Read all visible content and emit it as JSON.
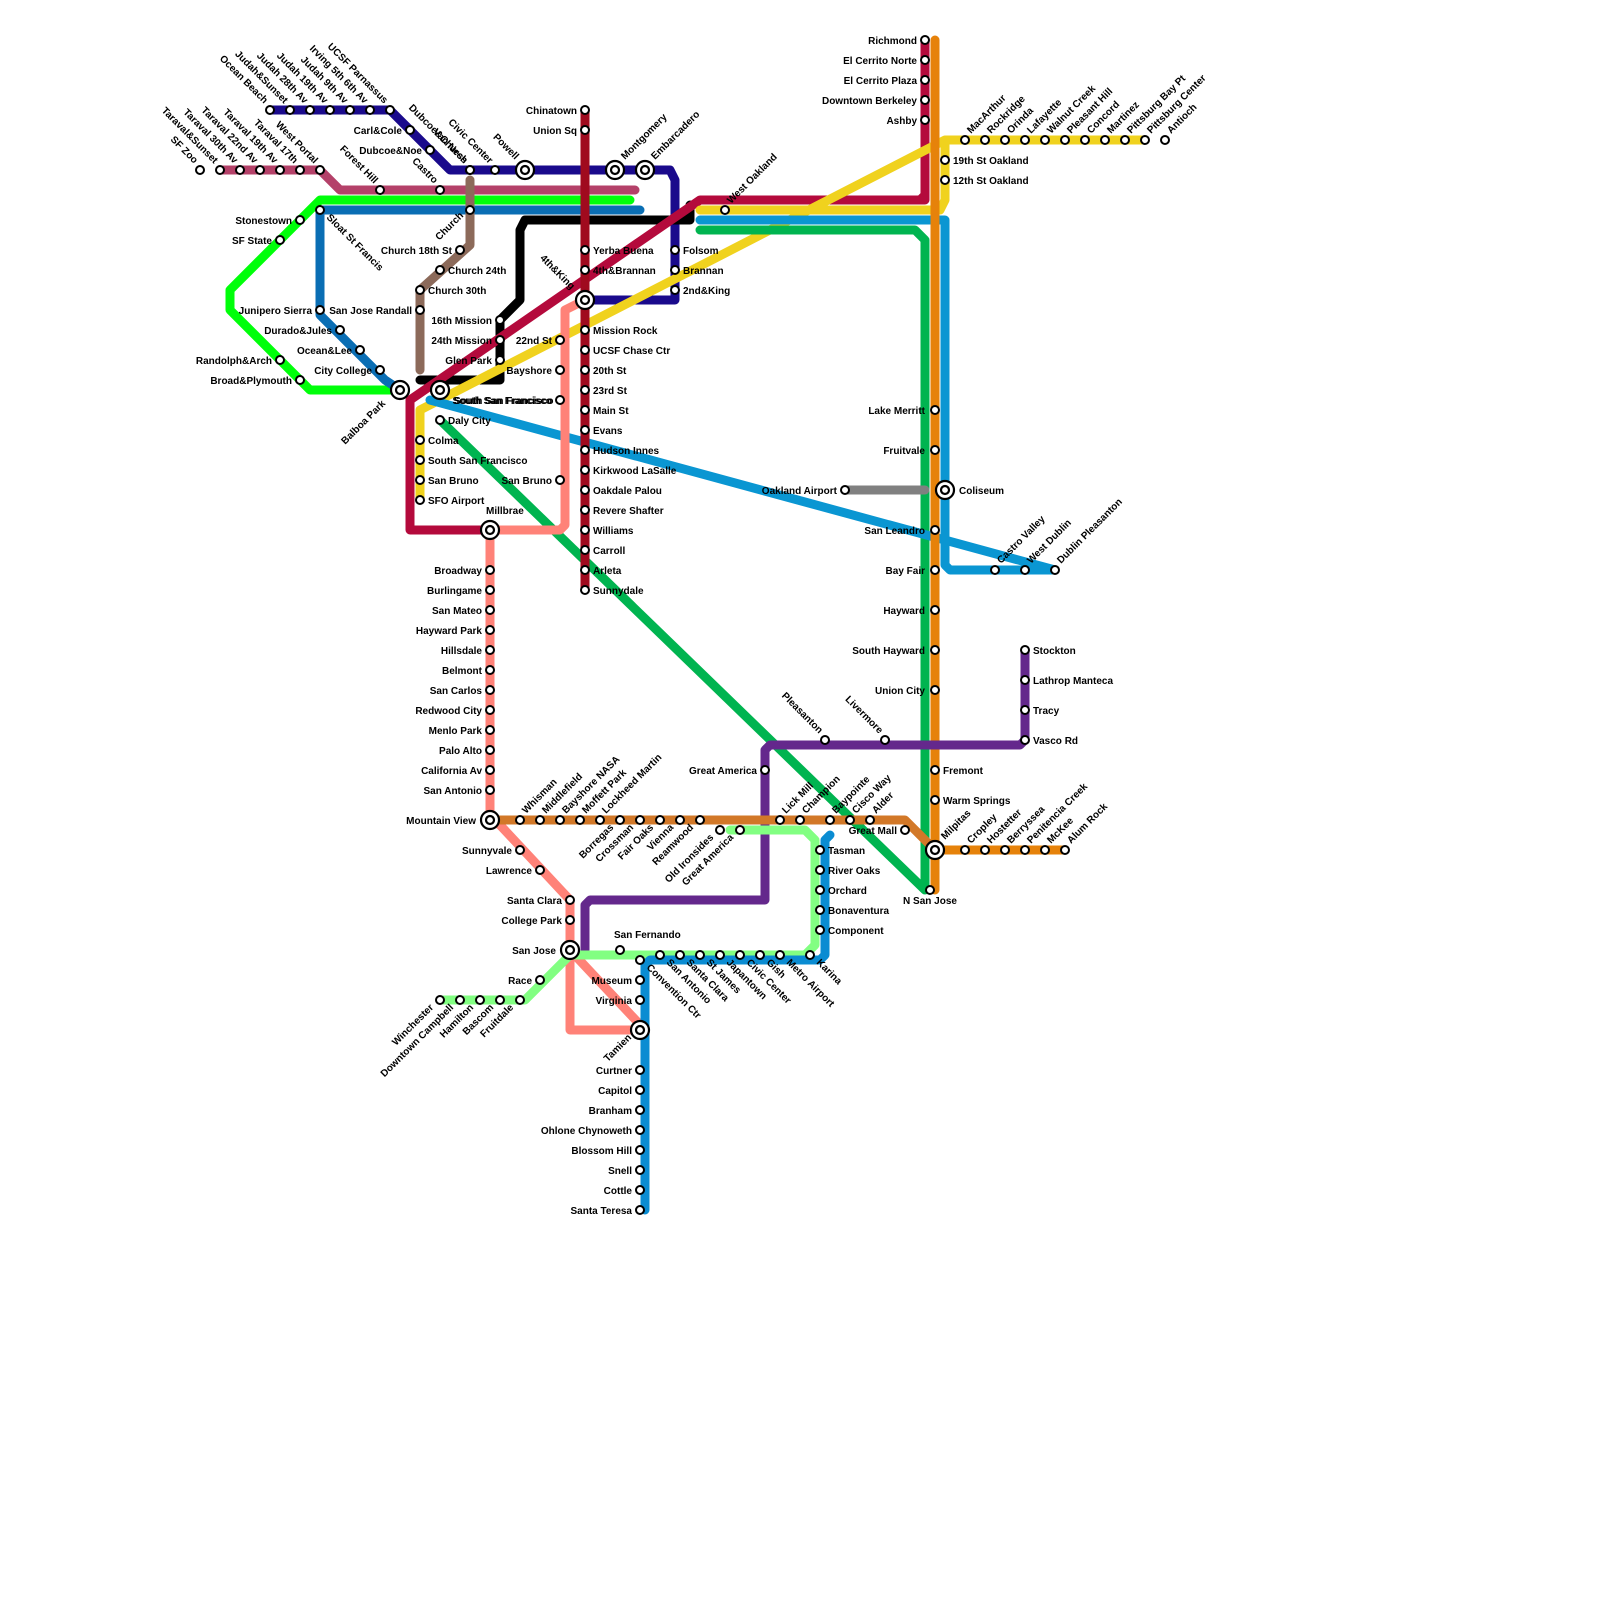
{
  "colors": {
    "muni_n": "#1a0a8c",
    "muni_l": "#b44169",
    "muni_m": "#00ff0a",
    "muni_k": "#0a6eb4",
    "muni_j": "#8c6a5a",
    "muni_t": "#000000",
    "bart_red": "#b40a3c",
    "bart_yellow": "#f0d21e",
    "bart_green": "#00b450",
    "bart_blue": "#0a96d2",
    "bart_orange": "#e6820a",
    "bart_purple": "#64288c",
    "caltrain": "#ff8278",
    "central_subway": "#a00a1e",
    "oak_airport": "#808080",
    "vta_orange": "#d27828",
    "vta_green": "#82ff82",
    "vta_blue": "#0a8cd2"
  },
  "stations": [
    {
      "name": "Richmond"
    },
    {
      "name": "El Cerrito Norte"
    },
    {
      "name": "El Cerrito Plaza"
    },
    {
      "name": "Downtown Berkeley"
    },
    {
      "name": "Ashby"
    },
    {
      "name": "MacArthur"
    },
    {
      "name": "Rockridge"
    },
    {
      "name": "Orinda"
    },
    {
      "name": "Lafayette"
    },
    {
      "name": "Walnut Creek"
    },
    {
      "name": "Pleasant Hill"
    },
    {
      "name": "Concord"
    },
    {
      "name": "Martinez"
    },
    {
      "name": "Pittsburg Bay Pt"
    },
    {
      "name": "Pittsburg Center"
    },
    {
      "name": "Antioch"
    },
    {
      "name": "19th St Oakland"
    },
    {
      "name": "12th St Oakland"
    },
    {
      "name": "West Oakland"
    },
    {
      "name": "Lake Merritt"
    },
    {
      "name": "Fruitvale"
    },
    {
      "name": "Coliseum"
    },
    {
      "name": "Oakland Airport"
    },
    {
      "name": "San Leandro"
    },
    {
      "name": "Bay Fair"
    },
    {
      "name": "Castro Valley"
    },
    {
      "name": "West Dublin"
    },
    {
      "name": "Dublin Pleasanton"
    },
    {
      "name": "Hayward"
    },
    {
      "name": "South Hayward"
    },
    {
      "name": "Union City"
    },
    {
      "name": "Fremont"
    },
    {
      "name": "Warm Springs"
    },
    {
      "name": "Milpitas"
    },
    {
      "name": "N San Jose"
    },
    {
      "name": "Stockton"
    },
    {
      "name": "Lathrop Manteca"
    },
    {
      "name": "Tracy"
    },
    {
      "name": "Vasco Rd"
    },
    {
      "name": "Livermore"
    },
    {
      "name": "Pleasanton"
    },
    {
      "name": "Great America"
    },
    {
      "name": "Great Mall"
    },
    {
      "name": "Cropley"
    },
    {
      "name": "Hostetter"
    },
    {
      "name": "Berryssea"
    },
    {
      "name": "Penitencia Creek"
    },
    {
      "name": "McKee"
    },
    {
      "name": "Alum Rock"
    },
    {
      "name": "Chinatown"
    },
    {
      "name": "Union Sq"
    },
    {
      "name": "Yerba Buena"
    },
    {
      "name": "4th&Brannan"
    },
    {
      "name": "4th&King"
    },
    {
      "name": "Mission Rock"
    },
    {
      "name": "UCSF Chase Ctr"
    },
    {
      "name": "20th St"
    },
    {
      "name": "23rd St"
    },
    {
      "name": "Main St"
    },
    {
      "name": "Evans"
    },
    {
      "name": "Hudson Innes"
    },
    {
      "name": "Kirkwood LaSalle"
    },
    {
      "name": "Oakdale Palou"
    },
    {
      "name": "Revere Shafter"
    },
    {
      "name": "Williams"
    },
    {
      "name": "Carroll"
    },
    {
      "name": "Arleta"
    },
    {
      "name": "Sunnydale"
    },
    {
      "name": "Folsom"
    },
    {
      "name": "Brannan"
    },
    {
      "name": "2nd&King"
    },
    {
      "name": "Montgomery"
    },
    {
      "name": "Embarcadero"
    },
    {
      "name": "Powell"
    },
    {
      "name": "Civic Center"
    },
    {
      "name": "Van Ness"
    },
    {
      "name": "Church"
    },
    {
      "name": "Castro"
    },
    {
      "name": "Forest Hill"
    },
    {
      "name": "West Portal"
    },
    {
      "name": "Taraval 17th"
    },
    {
      "name": "Taraval 19th Av"
    },
    {
      "name": "Taraval 22nd Av"
    },
    {
      "name": "Taraval 30th Av"
    },
    {
      "name": "Taraval&Sunset"
    },
    {
      "name": "SF Zoo"
    },
    {
      "name": "Ocean Beach"
    },
    {
      "name": "Judah&Sunset"
    },
    {
      "name": "Judah 28th Av"
    },
    {
      "name": "Judah 19th Av"
    },
    {
      "name": "Judah 9th Av"
    },
    {
      "name": "Irving 5th 6th Av"
    },
    {
      "name": "UCSF Parnassus"
    },
    {
      "name": "Carl&Cole"
    },
    {
      "name": "Dubcoe&Noe"
    },
    {
      "name": "Dubcoe&Church"
    },
    {
      "name": "Church 18th St"
    },
    {
      "name": "Church 24th"
    },
    {
      "name": "Church 30th"
    },
    {
      "name": "Stonestown"
    },
    {
      "name": "SF State"
    },
    {
      "name": "Sloat St Francis"
    },
    {
      "name": "Junipero Sierra"
    },
    {
      "name": "San Jose Randall"
    },
    {
      "name": "Durado&Jules"
    },
    {
      "name": "Ocean&Lee"
    },
    {
      "name": "City College"
    },
    {
      "name": "Randolph&Arch"
    },
    {
      "name": "Broad&Plymouth"
    },
    {
      "name": "Balboa Park"
    },
    {
      "name": "16th Mission"
    },
    {
      "name": "24th Mission"
    },
    {
      "name": "Glen Park"
    },
    {
      "name": "South San Francisco"
    },
    {
      "name": "Daly City"
    },
    {
      "name": "Colma"
    },
    {
      "name": "South San Francisco"
    },
    {
      "name": "San Bruno"
    },
    {
      "name": "SFO Airport"
    },
    {
      "name": "Millbrae"
    },
    {
      "name": "22nd St"
    },
    {
      "name": "Bayshore"
    },
    {
      "name": "South San Francisco"
    },
    {
      "name": "San Bruno"
    },
    {
      "name": "Broadway"
    },
    {
      "name": "Burlingame"
    },
    {
      "name": "San Mateo"
    },
    {
      "name": "Hayward Park"
    },
    {
      "name": "Hillsdale"
    },
    {
      "name": "Belmont"
    },
    {
      "name": "San Carlos"
    },
    {
      "name": "Redwood City"
    },
    {
      "name": "Menlo Park"
    },
    {
      "name": "Palo Alto"
    },
    {
      "name": "California Av"
    },
    {
      "name": "San Antonio"
    },
    {
      "name": "Mountain View"
    },
    {
      "name": "Sunnyvale"
    },
    {
      "name": "Lawrence"
    },
    {
      "name": "Santa Clara"
    },
    {
      "name": "College Park"
    },
    {
      "name": "San Jose"
    },
    {
      "name": "Tamien"
    },
    {
      "name": "Whisman"
    },
    {
      "name": "Middlefield"
    },
    {
      "name": "Bayshore NASA"
    },
    {
      "name": "Moffett Park"
    },
    {
      "name": "Lockheed Martin"
    },
    {
      "name": "Borregas"
    },
    {
      "name": "Crossman"
    },
    {
      "name": "Fair Oaks"
    },
    {
      "name": "Vienna"
    },
    {
      "name": "Reamwood"
    },
    {
      "name": "Old Ironsides"
    },
    {
      "name": "Great America"
    },
    {
      "name": "Lick Mill"
    },
    {
      "name": "Champion"
    },
    {
      "name": "Baypointe"
    },
    {
      "name": "Cisco Way"
    },
    {
      "name": "Alder"
    },
    {
      "name": "Tasman"
    },
    {
      "name": "River Oaks"
    },
    {
      "name": "Orchard"
    },
    {
      "name": "Bonaventura"
    },
    {
      "name": "Component"
    },
    {
      "name": "Karina"
    },
    {
      "name": "Metro Airport"
    },
    {
      "name": "Gish"
    },
    {
      "name": "Civic Center"
    },
    {
      "name": "Japantown"
    },
    {
      "name": "St James"
    },
    {
      "name": "Santa Clara"
    },
    {
      "name": "San Antonio"
    },
    {
      "name": "Convention Ctr"
    },
    {
      "name": "San Fernando"
    },
    {
      "name": "Museum"
    },
    {
      "name": "Virginia"
    },
    {
      "name": "Race"
    },
    {
      "name": "Fruitdale"
    },
    {
      "name": "Bascom"
    },
    {
      "name": "Hamilton"
    },
    {
      "name": "Downtown Campbell"
    },
    {
      "name": "Winchester"
    },
    {
      "name": "Curtner"
    },
    {
      "name": "Capitol"
    },
    {
      "name": "Branham"
    },
    {
      "name": "Ohlone Chynoweth"
    },
    {
      "name": "Blossom Hill"
    },
    {
      "name": "Snell"
    },
    {
      "name": "Cottle"
    },
    {
      "name": "Santa Teresa"
    }
  ]
}
